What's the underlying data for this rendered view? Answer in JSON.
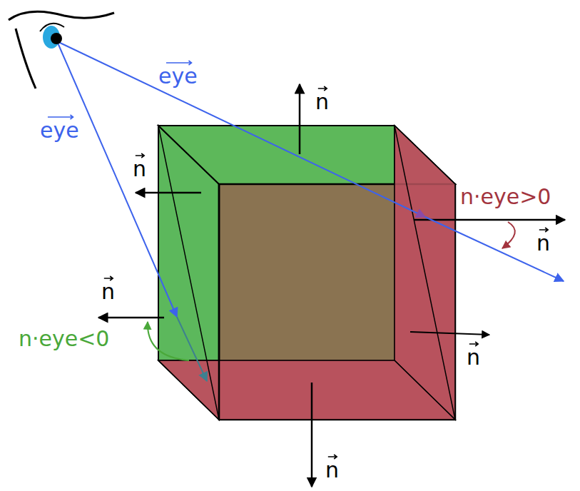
{
  "diagram": {
    "labels": [
      "eye",
      "eye",
      "n",
      "n",
      "n",
      "n",
      "n",
      "n",
      "n·eye>0",
      "n·eye<0"
    ]
  }
}
